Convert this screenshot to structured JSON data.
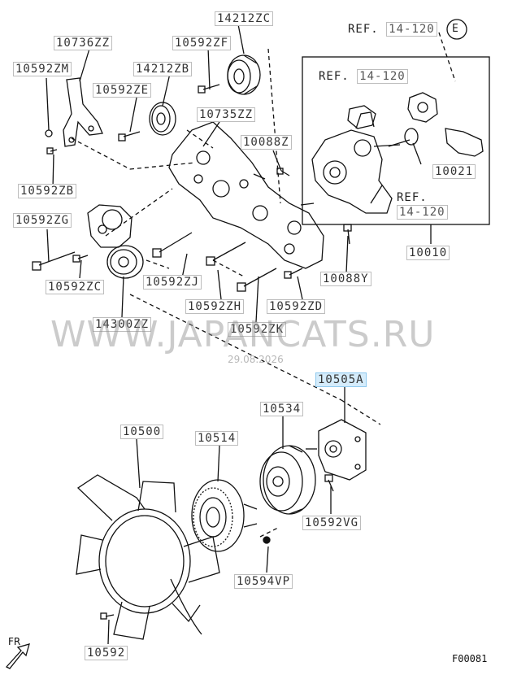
{
  "labels": {
    "l_14212ZC": "14212ZC",
    "l_10736ZZ": "10736ZZ",
    "l_10592ZF": "10592ZF",
    "l_10592ZM": "10592ZM",
    "l_14212ZB": "14212ZB",
    "l_10592ZE": "10592ZE",
    "l_10735ZZ": "10735ZZ",
    "l_10088Z": "10088Z",
    "l_10592ZB": "10592ZB",
    "l_10592ZG": "10592ZG",
    "l_10592ZC": "10592ZC",
    "l_10592ZJ": "10592ZJ",
    "l_10592ZH": "10592ZH",
    "l_10592ZD": "10592ZD",
    "l_10592ZK": "10592ZK",
    "l_14300ZZ": "14300ZZ",
    "l_10088Y": "10088Y",
    "l_10010": "10010",
    "l_10021": "10021",
    "l_10505A": "10505A",
    "l_10534": "10534",
    "l_10500": "10500",
    "l_10514": "10514",
    "l_10592VG": "10592VG",
    "l_10594VP": "10594VP",
    "l_10592": "10592"
  },
  "refs": {
    "ref_top_prefix": "REF.",
    "ref_top_num": "14-120",
    "ref_top_circle": "E",
    "ref_box_a_prefix": "REF.",
    "ref_box_a_num": "14-120",
    "ref_box_b_prefix": "REF.",
    "ref_box_b_num": "14-120"
  },
  "watermark": "WWW.JAPANCATS.RU",
  "watermark_date": "29.08.2026",
  "figure_code": "F00081",
  "direction_label": "FR",
  "highlight_color": "#d5ecfb"
}
